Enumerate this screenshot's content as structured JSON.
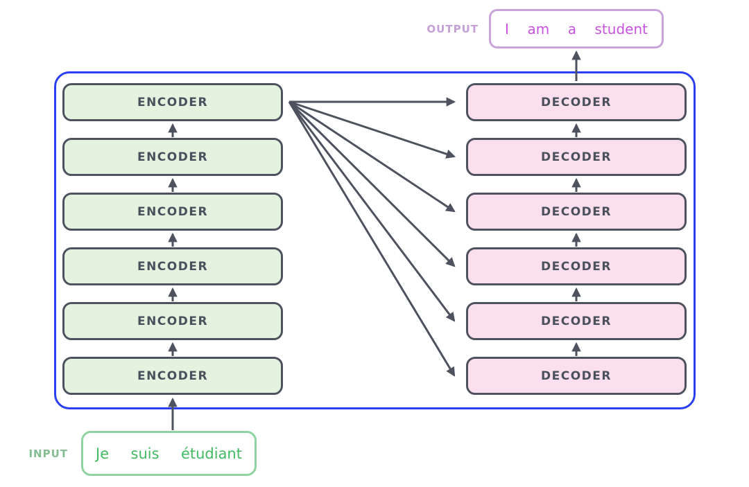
{
  "diagram": {
    "title": "transformer-encoder-decoder-stack",
    "encoder_label": "ENCODER",
    "decoder_label": "DECODER",
    "encoder_count": 6,
    "decoder_count": 6,
    "input_label": "INPUT",
    "output_label": "OUTPUT",
    "input_words": [
      "Je",
      "suis",
      "étudiant"
    ],
    "output_words": [
      "I",
      "am",
      "a",
      "student"
    ],
    "colors": {
      "outer_border": "#2a3ef4",
      "encoder_fill": "#e4f2e0",
      "decoder_fill": "#fbdfec",
      "box_border": "#4d525e",
      "box_text": "#4a505c",
      "arrow": "#4d525e",
      "input_border": "#8fd3a0",
      "input_label_color": "#84bd92",
      "input_text": "#41ba62",
      "output_border": "#c9a3da",
      "output_label_color": "#c5a0d6",
      "output_text": "#c553dd"
    }
  }
}
